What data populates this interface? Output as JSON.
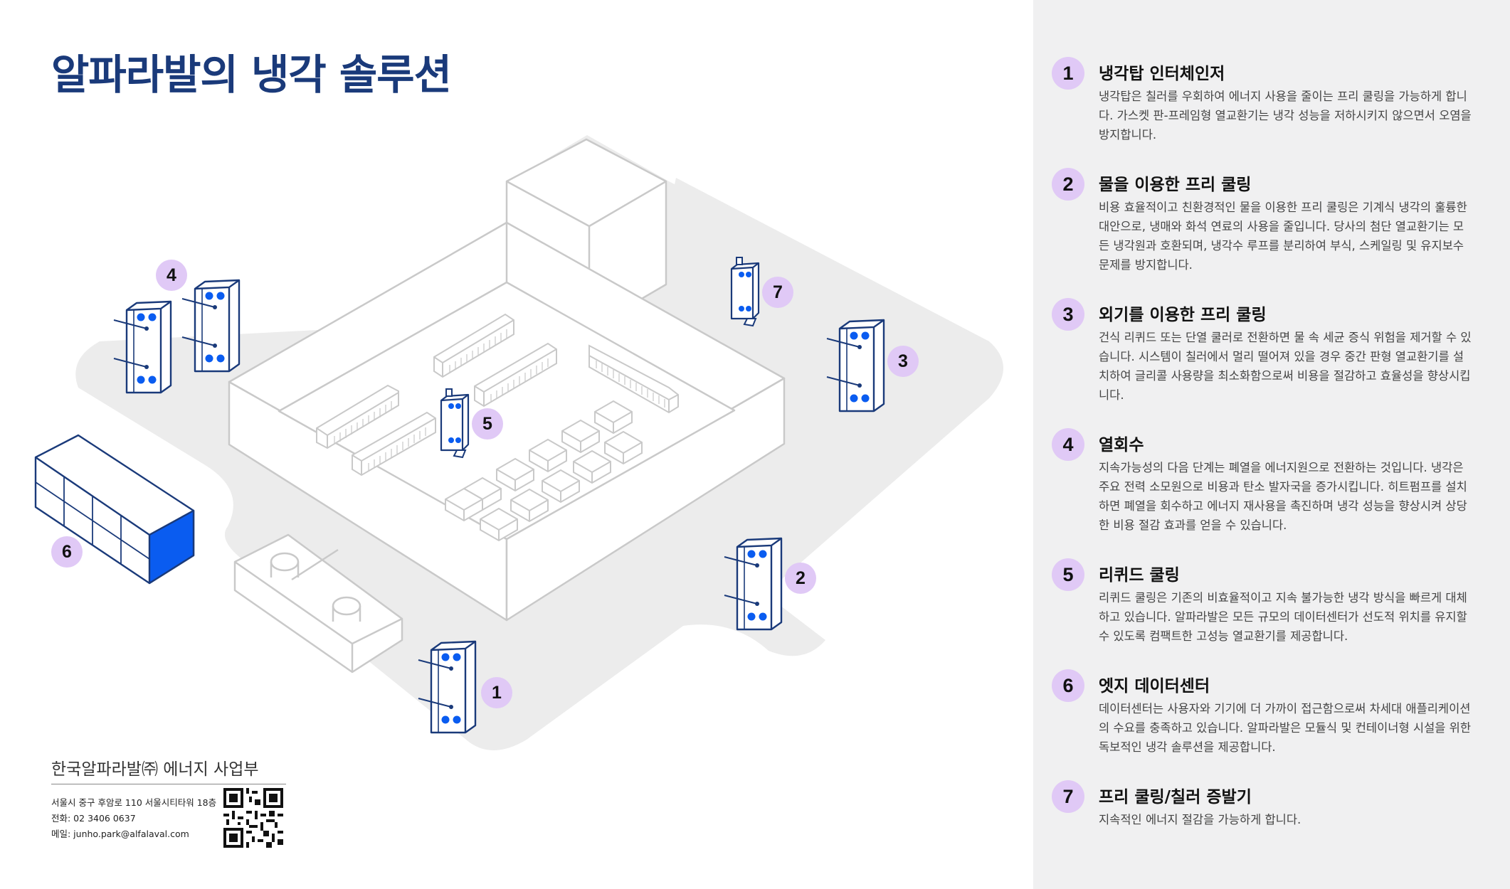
{
  "title": "알파라발의 냉각 솔루션",
  "accent_color": "#0a5cf0",
  "brand_color": "#1a3a7a",
  "badge_color": "#e0c9f6",
  "items": [
    {
      "num": "1",
      "title": "냉각탑 인터체인저",
      "desc": "냉각탑은 칠러를 우회하여 에너지 사용을 줄이는 프리 쿨링을 가능하게 합니다. 가스켓 판-프레임형 열교환기는 냉각 성능을 저하시키지 않으면서 오염을 방지합니다."
    },
    {
      "num": "2",
      "title": "물을 이용한 프리 쿨링",
      "desc": "비용 효율적이고 친환경적인 물을 이용한 프리 쿨링은 기계식 냉각의 훌륭한 대안으로, 냉매와 화석 연료의 사용을 줄입니다. 당사의 첨단 열교환기는 모든 냉각원과 호환되며, 냉각수 루프를 분리하여 부식, 스케일링 및 유지보수 문제를 방지합니다."
    },
    {
      "num": "3",
      "title": "외기를 이용한 프리 쿨링",
      "desc": "건식 리퀴드 또는 단열 쿨러로 전환하면 물 속 세균 증식 위험을 제거할 수 있습니다. 시스템이 칠러에서 멀리 떨어져 있을 경우 중간 판형 열교환기를 설치하여 글리콜 사용량을 최소화함으로써 비용을 절감하고 효율성을 향상시킵니다."
    },
    {
      "num": "4",
      "title": "열회수",
      "desc": "지속가능성의 다음 단계는 폐열을 에너지원으로 전환하는 것입니다. 냉각은 주요 전력 소모원으로 비용과 탄소 발자국을 증가시킵니다. 히트펌프를 설치하면 폐열을 회수하고 에너지 재사용을 촉진하며 냉각 성능을 향상시켜 상당한 비용 절감 효과를 얻을 수 있습니다."
    },
    {
      "num": "5",
      "title": "리퀴드 쿨링",
      "desc": "리퀴드 쿨링은 기존의 비효율적이고 지속 불가능한 냉각 방식을 빠르게 대체하고 있습니다. 알파라발은 모든 규모의 데이터센터가 선도적 위치를 유지할 수 있도록 컴팩트한 고성능 열교환기를 제공합니다."
    },
    {
      "num": "6",
      "title": "엣지 데이터센터",
      "desc": "데이터센터는 사용자와 기기에 더 가까이 접근함으로써 차세대 애플리케이션의 수요를 충족하고 있습니다. 알파라발은 모듈식 및 컨테이너형 시설을 위한 독보적인 냉각 솔루션을 제공합니다."
    },
    {
      "num": "7",
      "title": "프리 쿨링/칠러 증발기",
      "desc": "지속적인 에너지 절감을 가능하게 합니다."
    }
  ],
  "badges": [
    "1",
    "2",
    "3",
    "4",
    "5",
    "6",
    "7"
  ],
  "footer": {
    "company": "한국알파라발㈜ 에너지 사업부",
    "address": "서울시 중구 후암로 110 서울시티타워 18층",
    "phone": "전화: 02 3406 0637",
    "email": "메일: junho.park@alfalaval.com"
  }
}
